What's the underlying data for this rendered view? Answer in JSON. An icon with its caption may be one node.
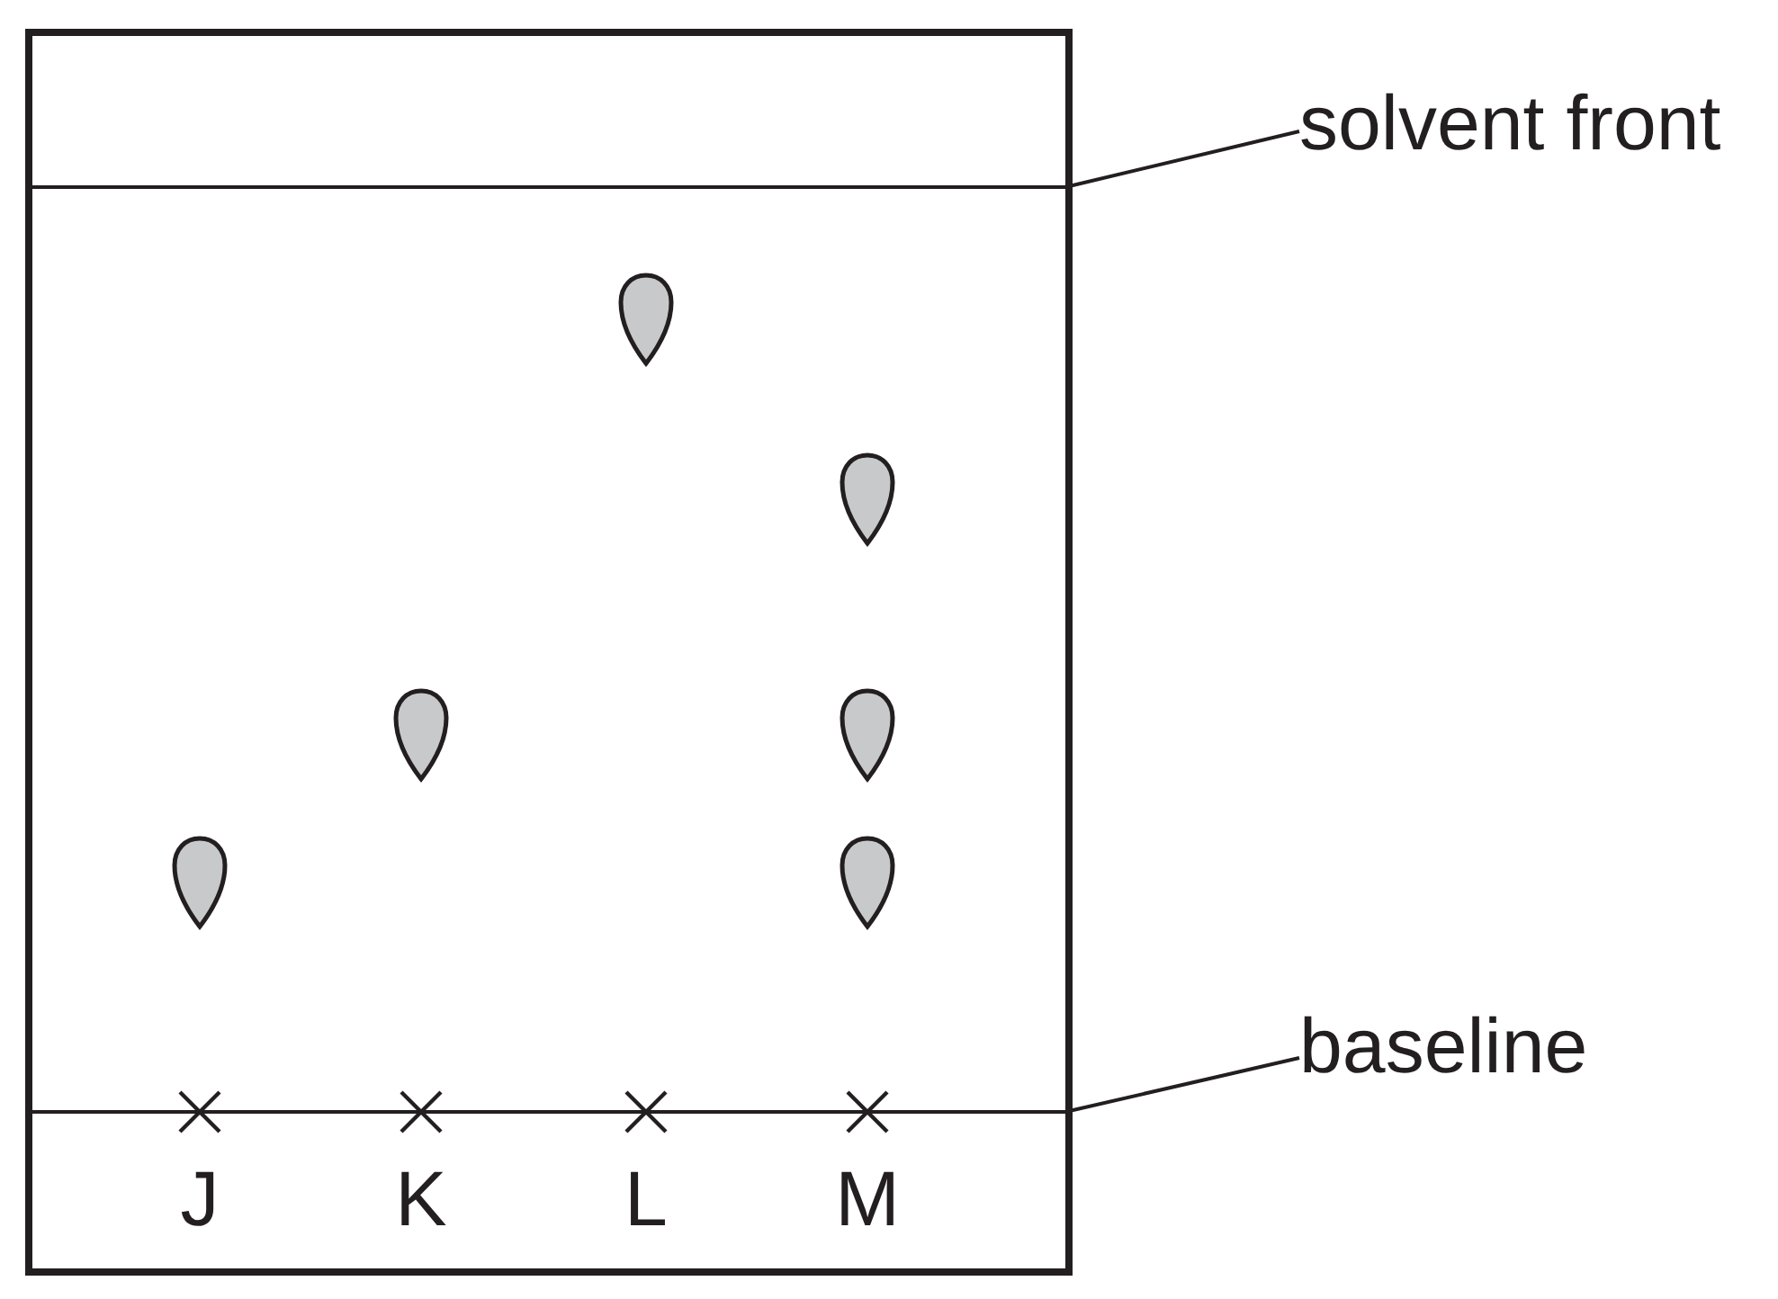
{
  "diagram": {
    "nodes": [
      {
        "text": [
          "solvent front"
        ]
      },
      {
        "text": [],
        "shape": "line"
      },
      {
        "text": [
          "baseline"
        ]
      },
      {
        "text": [],
        "shape": "line"
      }
    ],
    "edges": [
      {
        "from": 0,
        "to": 1,
        "arrow": "none"
      },
      {
        "from": 2,
        "to": 3,
        "arrow": "none"
      }
    ],
    "labels": [
      "J",
      "K",
      "L",
      "M"
    ]
  }
}
